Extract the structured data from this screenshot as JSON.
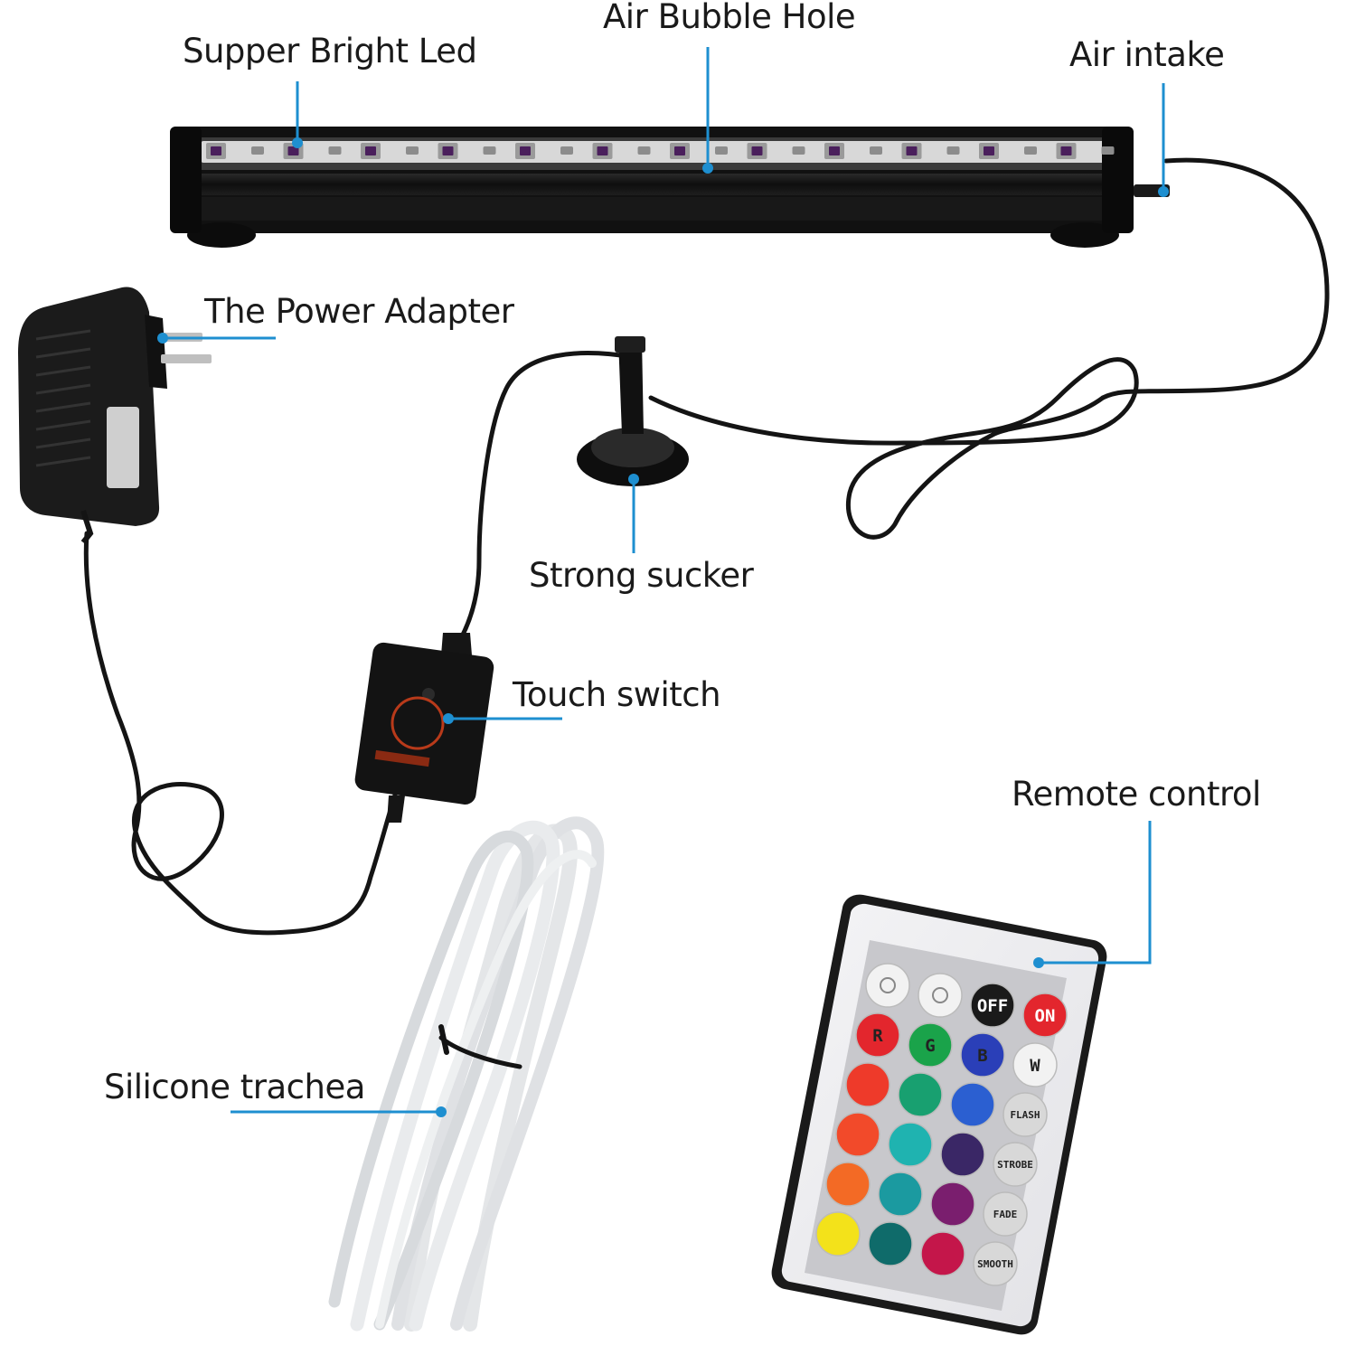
{
  "labels": {
    "led": "Supper Bright Led",
    "bubble_hole": "Air Bubble Hole",
    "air_intake": "Air intake",
    "power_adapter": "The Power Adapter",
    "sucker": "Strong sucker",
    "touch_switch": "Touch switch",
    "remote": "Remote control",
    "trachea": "Silicone trachea"
  },
  "remote_buttons": {
    "off": "OFF",
    "on": "ON",
    "r": "R",
    "g": "G",
    "b": "B",
    "w": "W",
    "flash": "FLASH",
    "strobe": "STROBE",
    "fade": "FADE",
    "smooth": "SMOOTH"
  },
  "colors": {
    "leader_line": "#1e8fd0",
    "device": "#141414",
    "text": "#1a1a1a"
  }
}
